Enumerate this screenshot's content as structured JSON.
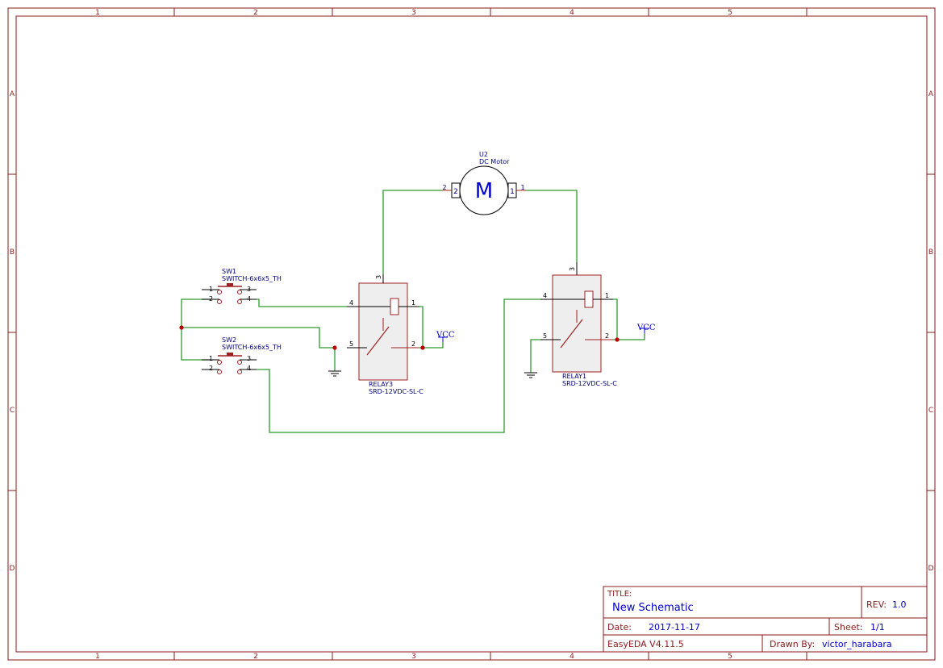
{
  "frame": {
    "col_labels": [
      "1",
      "2",
      "3",
      "4",
      "5"
    ],
    "row_labels": [
      "A",
      "B",
      "C",
      "D"
    ]
  },
  "title_block": {
    "title_caption": "TITLE:",
    "title": "New Schematic",
    "rev_caption": "REV:",
    "rev": "1.0",
    "date_caption": "Date:",
    "date": "2017-11-17",
    "sheet_caption": "Sheet:",
    "sheet": "1/1",
    "tool": "EasyEDA V4.11.5",
    "drawn_caption": "Drawn By:",
    "drawn_by": "victor_harabara"
  },
  "components": {
    "motor": {
      "ref": "U2",
      "value": "DC Motor",
      "symbol": "M",
      "pin_left": "2",
      "pin_right": "1"
    },
    "sw1": {
      "ref": "SW1",
      "value": "SWITCH-6x6x5_TH",
      "pins": [
        "1",
        "2",
        "3",
        "4"
      ]
    },
    "sw2": {
      "ref": "SW2",
      "value": "SWITCH-6x6x5_TH",
      "pins": [
        "1",
        "2",
        "3",
        "4"
      ]
    },
    "relay3": {
      "ref": "RELAY3",
      "value": "SRD-12VDC-SL-C",
      "pins": {
        "p1": "1",
        "p2": "2",
        "p3": "3",
        "p4": "4",
        "p5": "5"
      }
    },
    "relay1": {
      "ref": "RELAY1",
      "value": "SRD-12VDC-SL-C",
      "pins": {
        "p1": "1",
        "p2": "2",
        "p3": "3",
        "p4": "4",
        "p5": "5"
      }
    },
    "vcc_left": "VCC",
    "vcc_right": "VCC"
  },
  "colors": {
    "frame": "#8b1a1a",
    "wire": "#2e9a2e",
    "text": "#000080",
    "part": "#a02020",
    "part_fill": "#eeeeee",
    "junction": "#c00000"
  }
}
